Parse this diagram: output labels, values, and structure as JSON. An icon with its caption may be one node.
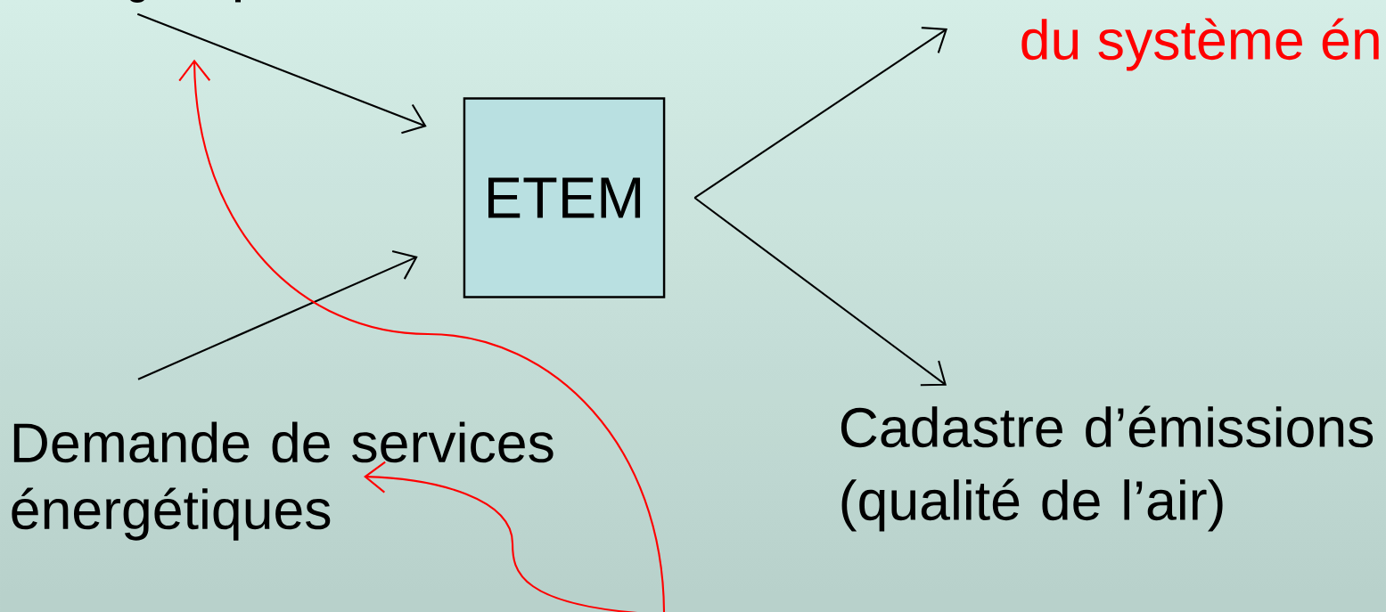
{
  "diagram": {
    "nodes": [
      {
        "text": [
          "ETEM"
        ]
      },
      {
        "text": [
          "Demande de services énergétiques"
        ]
      },
      {
        "text": [
          "Cadastre d’émissions (qualité de l’air)"
        ]
      },
      {
        "text": [
          "du système én"
        ]
      },
      {
        "text": [],
        "shape": "picture"
      }
    ],
    "edges": [
      {
        "from": 4,
        "to": 0,
        "arrow": "to"
      },
      {
        "from": 1,
        "to": 0,
        "arrow": "to"
      },
      {
        "from": 0,
        "to": 3,
        "arrow": "to"
      },
      {
        "from": 0,
        "to": 2,
        "arrow": "to"
      },
      {
        "from": null,
        "to": 1,
        "arrow": "to",
        "color": "#ff0000"
      },
      {
        "from": null,
        "to": 4,
        "arrow": "to",
        "color": "#ff0000"
      }
    ]
  }
}
